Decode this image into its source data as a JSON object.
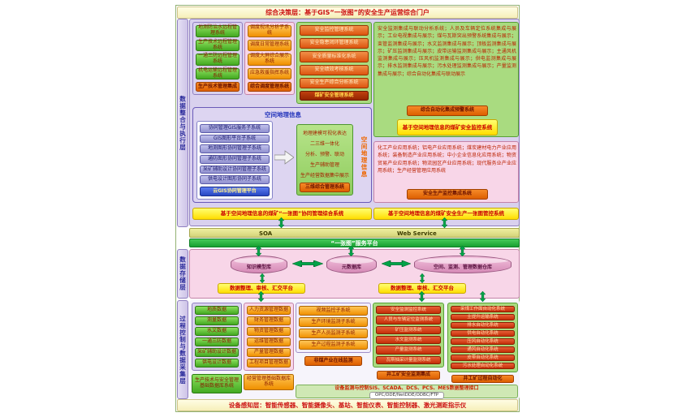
{
  "title_banner": "综合决策层：基于GIS“一张图”的安全生产运营综合门户",
  "bottom_banner": "设备感知层：智能传感器、智能摄像头、基站、智能仪表、智能控制器、激光测距指示仪",
  "layer_labels": {
    "integration": "数据整合与执行层",
    "storage": "数据存储层",
    "process": "过程控制与数据采集层"
  },
  "integration": {
    "production_tech": {
      "items": [
        "地测防治水远程管理系统",
        "生产技术远程管理系统",
        "一通三防远程管理系统",
        "机电运输远程管理系统"
      ],
      "footer": "生产技术管理集成"
    },
    "dispatch": {
      "items": [
        "调度视讯分析子系统",
        "调度日常管理系统",
        "调度大屏综合展示系统",
        "应急救援指挥系统"
      ],
      "footer": "综合调度管理系统"
    },
    "safety": {
      "items": [
        "安全监控管理系统",
        "安全隐患闭环管理系统",
        "安全质量标准化系统",
        "安全绩效考核系统",
        "安全生产综合分析系统"
      ],
      "footer": "煤矿安全管理系统"
    },
    "monitoring": {
      "text": "安全监测集成与联动分析系统；人员及车辆定位系统集成与展示；工业电视集成与展示；煤与瓦斯突出预警系统集成与展示；束管监测集成与展示；水文监测集成与展示；顶板监测集成与展示；矿压监测集成与展示；皮带运输监测集成与展示；主通风机监测集成与展示；压风机监测集成与展示；供电监测集成与展示；排水监测集成与展示；污水处理监测集成与展示；产量监测集成与展示；综合自动化集成与联动展示",
      "footer": "综合自动化集成预警系统",
      "banner": "基于空间地理信息的煤矿安全监控系统"
    },
    "gis": {
      "title": "空间地理信息",
      "left_items": [
        "协同管理GIS服务子系统",
        "GIS图形平台子系统",
        "地测图形协同管理子系统",
        "通防图形协同管理子系统",
        "采矿辅助设计协同管理子系统",
        "供电设计图形协同子系统"
      ],
      "left_footer": "云GIS协同管理平台",
      "right_lines": [
        "地理建模可视化表达",
        "二三维一体化",
        "分析、预警、联动",
        "生产辅助管理",
        "生产经营数据集中展示"
      ],
      "right_footer": "三维综合管理系统",
      "side_label": "空间地理信息",
      "banner": "基于空间地理信息的煤矿“一张图”协同管理综合系统"
    },
    "industry": {
      "text": "化工产业应用系统；铝电产业应用系统；煤炭建材电力产业应用系统；装备制造产业应用系统；中小企业信息化应用系统；物资贸易产业应用系统；物流园区产业应用系统；现代服务业产业应用系统；生产经营管理应用系统",
      "footer": "安全生产监控集成系统",
      "banner": "基于空间地理信息的煤矿安全生产一张图管控系统"
    }
  },
  "service_bus": {
    "soa": "SOA",
    "web_service": "Web Service",
    "platform": "“一张图”服务平台"
  },
  "storage": {
    "databases": [
      "知识模型库",
      "元数据库",
      "空间、监测、管理数据仓库"
    ],
    "platform_left": "数据整理、审核、汇交平台",
    "platform_right": "数据整理、审核、汇交平台"
  },
  "process": {
    "base_data": {
      "items": [
        "地质数据",
        "测量数据",
        "水文数据",
        "一通三防数据",
        "采矿辅助设计数据",
        "供电设计数据"
      ],
      "footer": "生产技术与安全管理基础数据库系统"
    },
    "mgmt_data": {
      "items": [
        "人力资源管理数据",
        "财务管理数据",
        "物资管理数据",
        "运维管理数据",
        "产量管理数据",
        "工程项目管理数据"
      ],
      "footer": "经营管理基础数据库系统"
    },
    "video": {
      "items": [
        "视频监控子系统",
        "生产环境监测子系统",
        "生产人员监测子系统",
        "生产过程监测子系统"
      ],
      "footer": "非煤产业在线监测"
    },
    "mine_monitoring": {
      "items": [
        "安全监测监控系统",
        "人员与车辆定位监测系统",
        "矿压监测系统",
        "水文监测系统",
        "产量监测系统",
        "瓦斯抽采计量监测系统"
      ],
      "footer": "井工矿安全监测集成"
    },
    "automation": {
      "items": [
        "采煤工作面自动化系统",
        "主提升运输系统",
        "排水自动化系统",
        "供电自动化系统",
        "压风自动化系统",
        "通风自动化系统",
        "皮带自动化系统",
        "污水处理自动化系统"
      ],
      "footer": "井工矿过程自动化"
    },
    "interface": {
      "line1": "设备监测与控制SIS、SCADA、DCS、PCS、MES数据整理接口",
      "line2": "OPC/DDE/NetDDE/ODBC/FTP"
    }
  },
  "colors": {
    "accent_green": "#43a921",
    "accent_orange": "#f09000",
    "accent_red": "#cc2200",
    "banner_yellow": "#ffdd00"
  }
}
